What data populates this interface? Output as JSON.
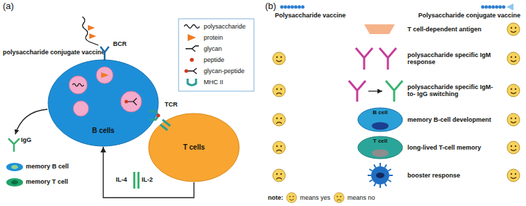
{
  "diagram": {
    "nodes": [
      {
        "text": [
          "B cells"
        ]
      },
      {
        "text": [
          "T cells"
        ]
      },
      {
        "text": [
          "B cell"
        ]
      },
      {
        "text": [
          "T cell"
        ]
      }
    ],
    "edges": [
      {
        "from": 1,
        "to": 0,
        "arrow": "to"
      }
    ],
    "labels": [
      "(a)",
      "polysaccharide conjugate vaccine",
      "BCR",
      "TCR",
      "IgG",
      "memory B cell",
      "memory T cell",
      "IL-4",
      "IL-2",
      "(b)",
      "Polysaccharide vaccine",
      "Polysaccharide conjugate vaccine",
      "T cell-dependent antigen",
      "polysaccharide specific IgM response",
      "polysaccharide specific IgM-to- IgG switching",
      "memory B-cell development",
      "long-lived T-cell memory",
      "booster response",
      "note:"
    ],
    "legend": [
      {
        "text": "polysaccharide"
      },
      {
        "text": "protein"
      },
      {
        "text": "glycan"
      },
      {
        "text": "peptide"
      },
      {
        "text": "glycan-peptide"
      },
      {
        "text": "MHC II"
      },
      {
        "text": "means yes"
      },
      {
        "text": "means no"
      }
    ]
  }
}
